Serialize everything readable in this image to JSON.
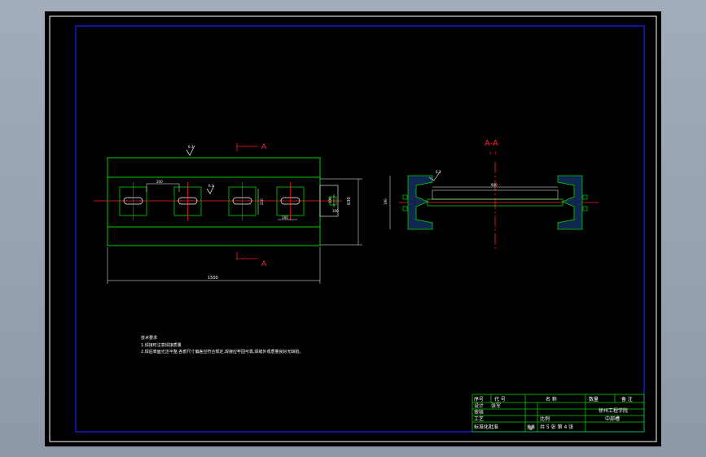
{
  "colors": {
    "background": "#000000",
    "viewport": "#9aa4b2",
    "outer_frame": "#ffffff",
    "inner_frame": "#2020ff",
    "outline": "#00d000",
    "centerline": "#ff2020",
    "dimension": "#ffffff",
    "section_label": "#ff2020",
    "hatch": "#2050ff",
    "title_block": "#00d000"
  },
  "section_marks": {
    "top": "A",
    "bottom": "A",
    "title": "A-A",
    "scale": "2 : 1"
  },
  "plan_view": {
    "roughness": "6.3",
    "roughness_inner": "6.3",
    "dims": {
      "pitch": "200",
      "slot_width": "100",
      "height_inner": "210",
      "height_outer": "630",
      "width_small": "100",
      "length": "1500",
      "slot_side": "160"
    }
  },
  "section_view": {
    "roughness": "6.3",
    "dims": {
      "inner_length": "900",
      "height": "190"
    }
  },
  "notes": {
    "title": "技术要求",
    "lines": [
      "1.焊接时注意焊接质量",
      "2.焊后表面光洁平整,各部尺寸偏差应符合规定,焊接应牢固可靠,焊缝外观质量良好无缺陷。"
    ]
  },
  "title_block": {
    "header": {
      "seq": "序号",
      "code": "代 号",
      "name": "名 称",
      "qty": "数量",
      "remark": "备 注"
    },
    "design": "设计",
    "designer": "张军",
    "check": "审核",
    "process": "工艺",
    "approve": "标准化批准",
    "scale": "比例",
    "school": "徐州工程学院",
    "part": "中部槽",
    "sheets": "共 5 张 第 4 张",
    "weight": "重量",
    "weight_val": "8"
  }
}
